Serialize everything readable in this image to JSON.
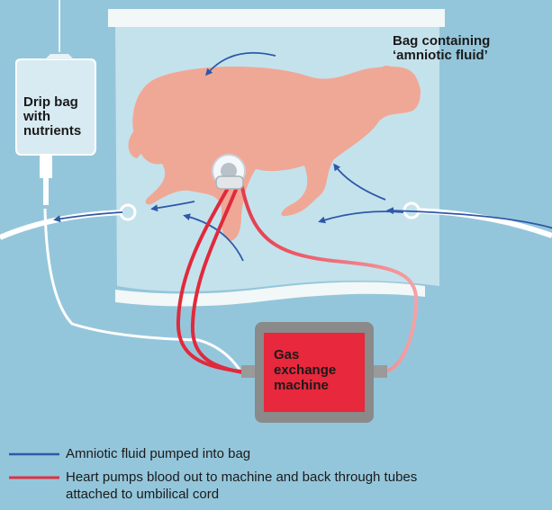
{
  "labels": {
    "bag": "Bag containing ‘amniotic fluid’",
    "drip_line1": "Drip bag",
    "drip_line2": "with",
    "drip_line3": "nutrients",
    "machine_line1": "Gas",
    "machine_line2": "exchange",
    "machine_line3": "machine"
  },
  "legend": {
    "items": [
      {
        "color": "#2f58a8",
        "text": "Amniotic fluid pumped into bag"
      },
      {
        "color": "#e03040",
        "text_line1": "Heart pumps blood out to machine and back through tubes",
        "text_line2": "attached to umbilical cord"
      }
    ]
  },
  "colors": {
    "background": "#94c6db",
    "bag": "#c4e2ec",
    "lamb": "#f0a896",
    "blood": "#e02a3c",
    "fluid": "#2f58a8",
    "machine_frame": "#8a8a8a",
    "machine_core": "#e8283c"
  }
}
